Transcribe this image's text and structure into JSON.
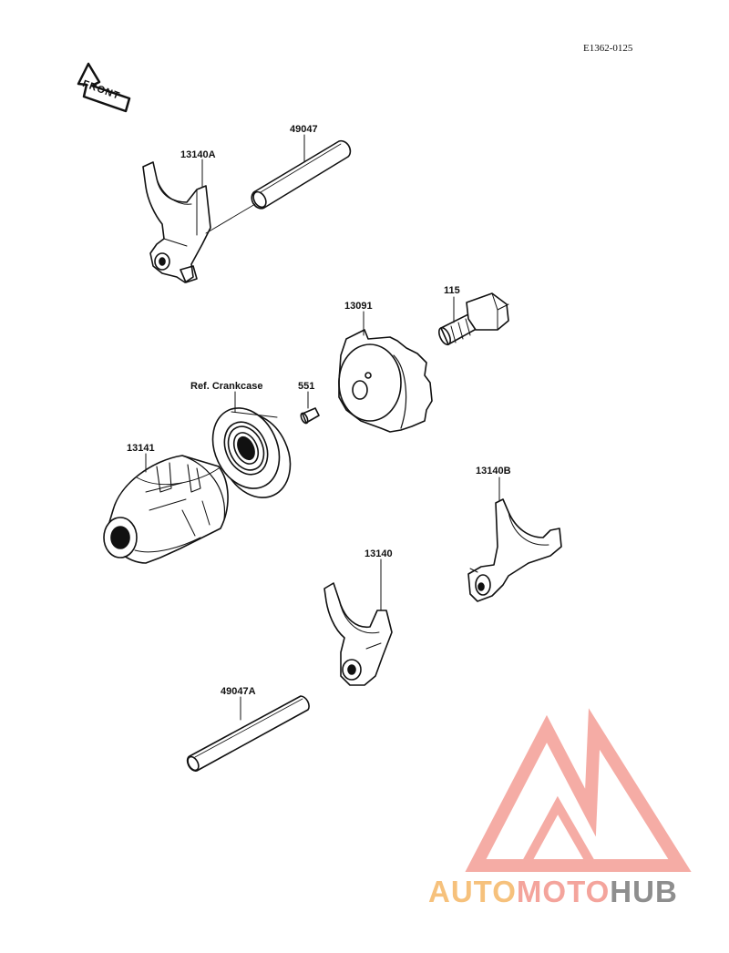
{
  "diagram_id": "E1362-0125",
  "front_label": "FRONT",
  "labels": {
    "p49047": "49047",
    "p13140A": "13140A",
    "p13091": "13091",
    "p115": "115",
    "ref_crankcase": "Ref. Crankcase",
    "p551": "551",
    "p13141": "13141",
    "p13140B": "13140B",
    "p13140": "13140",
    "p49047A": "49047A"
  },
  "watermark": {
    "part1": "AUTO",
    "part2": "MOTO",
    "part3": "HUB",
    "color1": "#f6c17c",
    "color2": "#f4a49c",
    "color3": "#8e8e8e",
    "logo_color": "#f4a49c"
  }
}
